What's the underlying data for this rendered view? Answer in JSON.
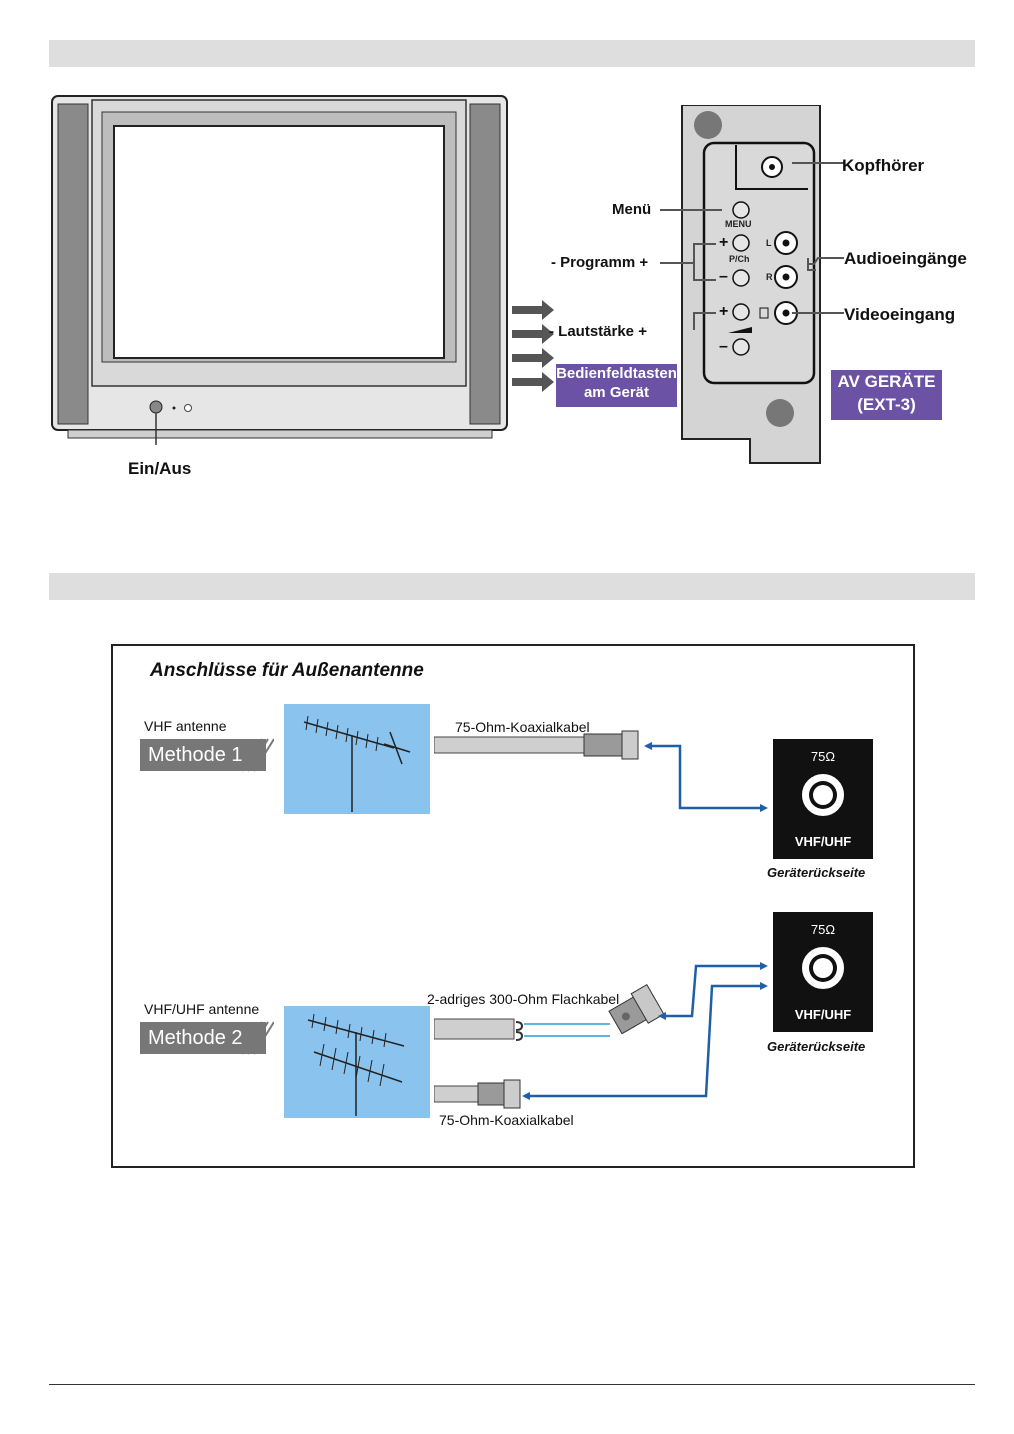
{
  "tv_panel": {
    "power_label": "Ein/Aus",
    "menu_label": "Menü",
    "program_label": "- Programm +",
    "volume_label": "- Lautstärke +",
    "control_keys_box": [
      "Bedienfeldtasten",
      "am Gerät"
    ],
    "menu_small": "MENU",
    "pch_small": "P/Ch",
    "left_small": "L",
    "right_small": "R",
    "plus_sign": "+",
    "minus_sign": "–"
  },
  "side_panel": {
    "headphone_label": "Kopfhörer",
    "audio_inputs_label": "Audioeingänge",
    "video_input_label": "Videoeingang",
    "av_box": [
      "AV GERÄTE",
      "(EXT-3)"
    ]
  },
  "antenna": {
    "title": "Anschlüsse für Außenantenne",
    "method1": {
      "antenna_label": "VHF antenne",
      "method_label": "Methode 1",
      "cable_label": "75-Ohm-Koaxialkabel",
      "rear_ohm": "75Ω",
      "rear_port": "VHF/UHF",
      "rear_caption": "Geräterückseite"
    },
    "method2": {
      "antenna_label": "VHF/UHF antenne",
      "method_label": "Methode 2",
      "flat_cable_label": "2-adriges 300-Ohm Flachkabel",
      "coax_label": "75-Ohm-Koaxialkabel",
      "rear_ohm": "75Ω",
      "rear_port": "VHF/UHF",
      "rear_caption": "Geräterückseite"
    }
  },
  "colors": {
    "accent_purple": "#6b52a5",
    "cable_blue": "#1f5fa8",
    "sky_blue": "#8ac4ee"
  }
}
